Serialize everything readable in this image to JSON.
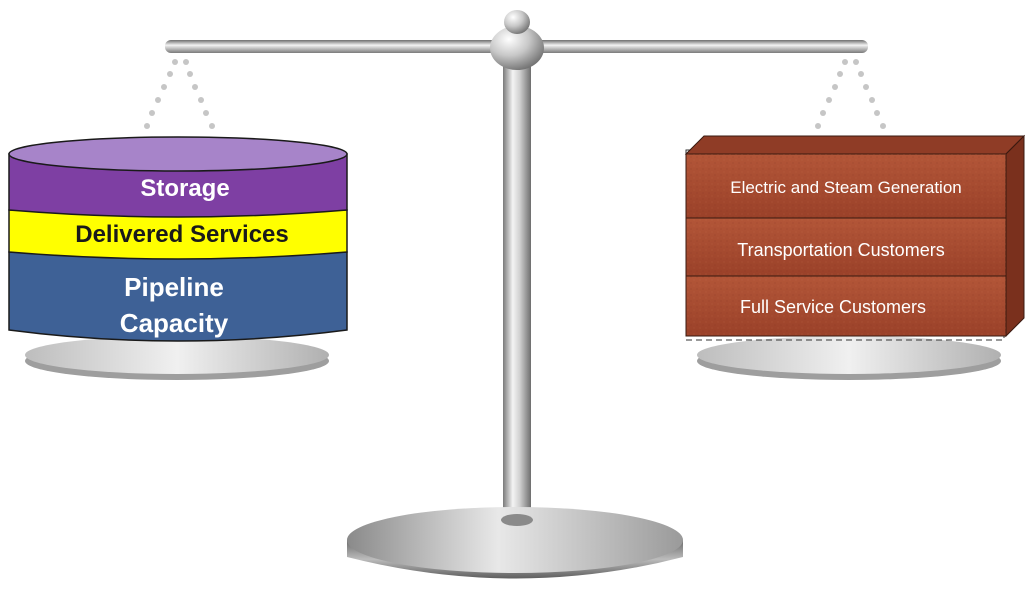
{
  "diagram": {
    "supply_side": {
      "layers": [
        {
          "id": "storage",
          "label": "Storage",
          "color": "#7e3fa3",
          "text_color": "#ffffff"
        },
        {
          "id": "delivered",
          "label": "Delivered Services",
          "color": "#ffff00",
          "text_color": "#1a1a1a"
        },
        {
          "id": "pipeline",
          "label_line1": "Pipeline",
          "label_line2": "Capacity",
          "color": "#3e6196",
          "text_color": "#ffffff"
        }
      ]
    },
    "demand_side": {
      "bricks": [
        {
          "id": "electric-steam",
          "label": "Electric and Steam Generation"
        },
        {
          "id": "transportation",
          "label": "Transportation Customers"
        },
        {
          "id": "full-service",
          "label": "Full Service Customers"
        }
      ],
      "brick_color": "#a64b34"
    },
    "scale_color": "#bfbfbf"
  }
}
